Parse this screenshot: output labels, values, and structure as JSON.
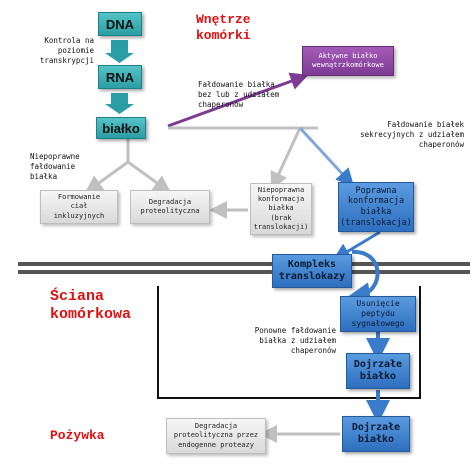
{
  "regions": {
    "cell_interior": "Wnętrze\nkomórki",
    "cell_wall": "Ściana\nkomórkowa",
    "medium": "Pożywka"
  },
  "nodes": {
    "dna": "DNA",
    "rna": "RNA",
    "protein": "białko",
    "active_protein": "Aktywne białko\nwewnątrzkomórkowe",
    "inclusion_bodies": "Formowanie\nciał\ninkluzyjnych",
    "proteolytic_degradation": "Degradacja\nproteolityczna",
    "incorrect_conformation": "Niepoprawna\nkonformacja\nbiałka\n(brak\ntranslokacji)",
    "correct_conformation": "Poprawna\nkonformacja\nbiałka\n(translokacja)",
    "translocation_complex": "Kompleks\ntranslokazy",
    "signal_peptide_removal": "Usunięcie\npeptydu\nsygnałowego",
    "mature_protein_wall": "Dojrzałe\nbiałko",
    "mature_protein_medium": "Dojrzałe\nbiałko",
    "degradation_endogenous": "Degradacja\nproteolityczna przez\nendogenne proteazy"
  },
  "notes": {
    "transcription_control": "Kontrola na\npoziomie\ntranskrypcji",
    "folding_with_or_without": "Fałdowanie białka\nbez lub z udziałem\nchaperonów",
    "misfolding": "Niepoprawne\nfałdowanie\nbiałka",
    "secretory_folding": "Fałdowanie białek\nsekrecyjnych z udziałem\nchaperonów",
    "refolding": "Ponowne fałdowanie\nbiałka z udziałem\nchaperonów"
  },
  "colors": {
    "teal": "#2a9ea4",
    "blue": "#2e6fbf",
    "purple": "#7d3b93",
    "region_red": "#e01010",
    "membrane": "#555555"
  }
}
